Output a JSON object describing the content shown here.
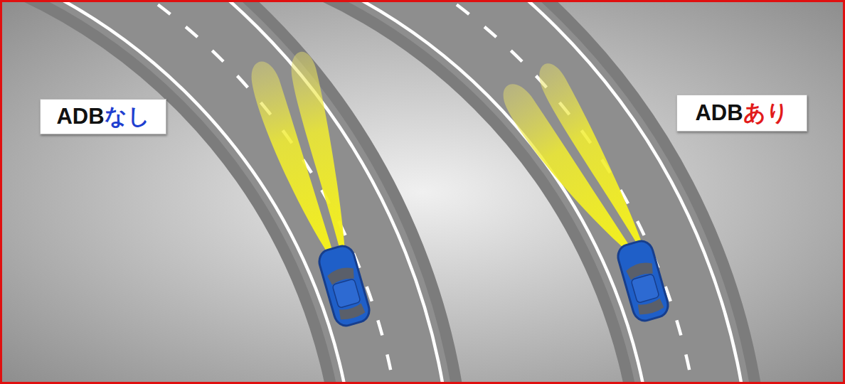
{
  "diagram": {
    "nodes": [
      {
        "text": [
          "ADB",
          "なし"
        ]
      },
      {
        "text": [
          "ADB",
          "あり"
        ]
      }
    ]
  }
}
